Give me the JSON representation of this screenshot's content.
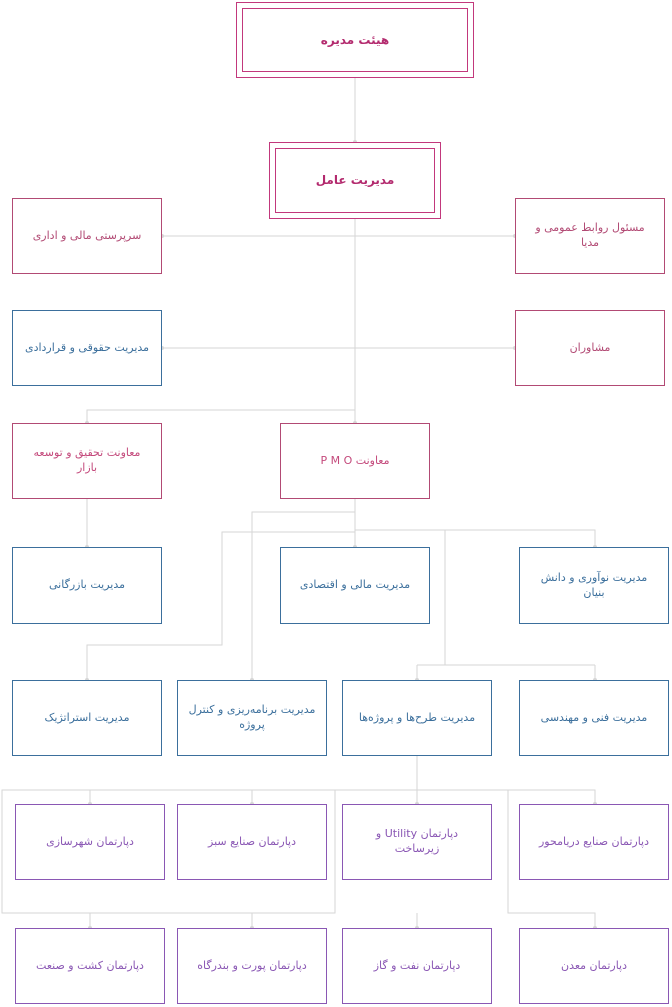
{
  "board": "هیئت مدیره",
  "ceo": "مدیریت عامل",
  "finance_admin": "سرپرستی مالی و اداری",
  "public_relations": "مسئول روابط عمومی و مدیا",
  "legal": "مدیریت حقوقی و قراردادی",
  "advisors": "مشاوران",
  "research_deputy": "معاونت تحقیق و توسعه بازار",
  "pmo_deputy": "معاونت  P M O",
  "commercial": "مدیریت بازرگانی",
  "finance_economic": "مدیریت مالی و اقتصادی",
  "innovation": "مدیریت نوآوری و دانش بنیان",
  "strategic": "مدیریت استراتژیک",
  "planning": "مدیریت برنامه‌ریزی و کنترل پروژه",
  "projects": "مدیریت طرح‌ها و پروژه‌ها",
  "engineering": "مدیریت فنی و مهندسی",
  "dept_urban": "دپارتمان شهرسازی",
  "dept_green": "دپارتمان صنایع سبز",
  "dept_utility": "دپارتمان Utility و زیرساخت",
  "dept_marine": "دپارتمان صنایع دریامحور",
  "dept_agri": "دپارتمان کشت و صنعت",
  "dept_port": "دپارتمان پورت و بندرگاه",
  "dept_oil": "دپارتمان نفت و گاز",
  "dept_mining": "دپارتمان معدن",
  "colors": {
    "executive": "#c2387c",
    "management": "#3b6f9c",
    "department": "#8a57b4",
    "connector": "#d4d4d4"
  }
}
